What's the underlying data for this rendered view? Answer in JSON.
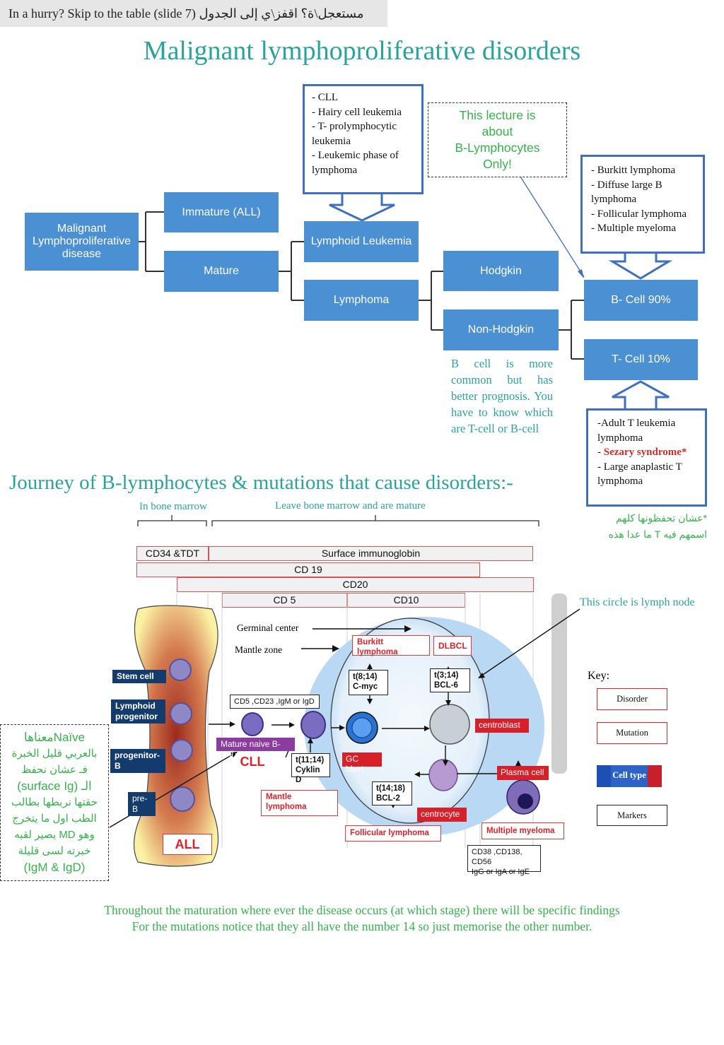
{
  "topbar": {
    "text": "In a hurry? Skip to the table (slide 7) مستعجل\\ة؟ اقفز\\ي إلى الجدول"
  },
  "title": "Malignant lymphoproliferative disorders",
  "tree": {
    "root": [
      "Malignant",
      "Lymphoproliferative",
      "disease"
    ],
    "immature": "Immature (ALL)",
    "mature": "Mature",
    "lymphoid_leukemia": "Lymphoid Leukemia",
    "lymphoma": "Lymphoma",
    "hodgkin": "Hodgkin",
    "non_hodgkin": "Non-Hodgkin",
    "b_cell": "B- Cell 90%",
    "t_cell": "T- Cell 10%"
  },
  "leukemia_list": [
    "- CLL",
    "- Hairy cell leukemia",
    "- T- prolymphocytic leukemia",
    "- Leukemic phase of lymphoma"
  ],
  "lecture_note": [
    "This lecture is",
    "about",
    "B-Lymphocytes",
    "Only!"
  ],
  "bcell_list": [
    "- Burkitt lymphoma",
    "- Diffuse large B lymphoma",
    "- Follicular lymphoma",
    "- Multiple myeloma"
  ],
  "tcell_list": {
    "item1": "-Adult T leukemia lymphoma",
    "item2_prefix": "- ",
    "item2_highlight": "Sezary syndrome*",
    "item3": "- Large anaplastic T lymphoma"
  },
  "prognosis_note": "B cell is more common but has better prognosis. You have to know which are T-cell or B-cell",
  "arabic_note": [
    "*عشان تحفظونها كلهم",
    "اسمهم فيه T ما عدا هذه"
  ],
  "journey": {
    "heading": "Journey of B-lymphocytes & mutations that cause disorders:-",
    "bone_marrow": "In bone marrow",
    "leave": "Leave bone marrow and are mature"
  },
  "markers": {
    "cd34": "CD34 &TDT",
    "surface_ig": "Surface immunoglobin",
    "cd19": "CD 19",
    "cd20": "CD20",
    "cd5": "CD 5",
    "cd10": "CD10"
  },
  "diagram": {
    "germinal_center": "Germinal center",
    "mantle_zone": "Mantle zone",
    "lymph_node_note": "This circle is lymph node",
    "cells": {
      "stem": "Stem cell",
      "lymphoid_progenitor": "Lymphoid progenitor",
      "progenitor_b": "progenitor-B",
      "pre_b": "pre-B",
      "mature_naive": "Mature naive B-cell",
      "gc_blast": "GC blast",
      "centroblast": "centroblast",
      "centrocyte": "centrocyte",
      "plasma": "Plasma cell"
    },
    "disorders": {
      "all": "ALL",
      "cll": "CLL",
      "burkitt": "Burkitt lymphoma",
      "dlbcl": "DLBCL",
      "mantle": "Mantle lymphoma",
      "follicular": "Follicular lymphoma",
      "myeloma": "Multiple myeloma"
    },
    "mutations": {
      "t814": [
        "t(8;14)",
        "C-myc"
      ],
      "t314": [
        "t(3;14)",
        "BCL-6"
      ],
      "t1114": [
        "t(11;14)",
        "Cyklin D"
      ],
      "t1418": [
        "t(14;18)",
        "BCL-2"
      ]
    },
    "marker_boxes": {
      "naive": "CD5 ,CD23 ,IgM or IgD",
      "plasma": [
        "CD38 ,CD138, CD56",
        "IgG or IgA or IgE"
      ]
    }
  },
  "naive_note": [
    "Naïveمعناها",
    "بالعربي قليل الخبرة",
    "فـ عشان نحفظ",
    "الـ (surface Ig)",
    "حقتها نربطها بطالب",
    "الطب اول ما يتخرج",
    "وهو MD يصير لقبه",
    "خبرته لسى قليلة",
    "(IgM & IgD)"
  ],
  "key": {
    "label": "Key:",
    "disorder": "Disorder",
    "mutation": "Mutation",
    "cell_type": "Cell type",
    "markers": "Markers"
  },
  "footer": [
    "Throughout the maturation where ever the disease occurs (at which stage) there will be specific findings",
    "For the mutations notice that they all have the number 14 so just memorise the other number."
  ]
}
